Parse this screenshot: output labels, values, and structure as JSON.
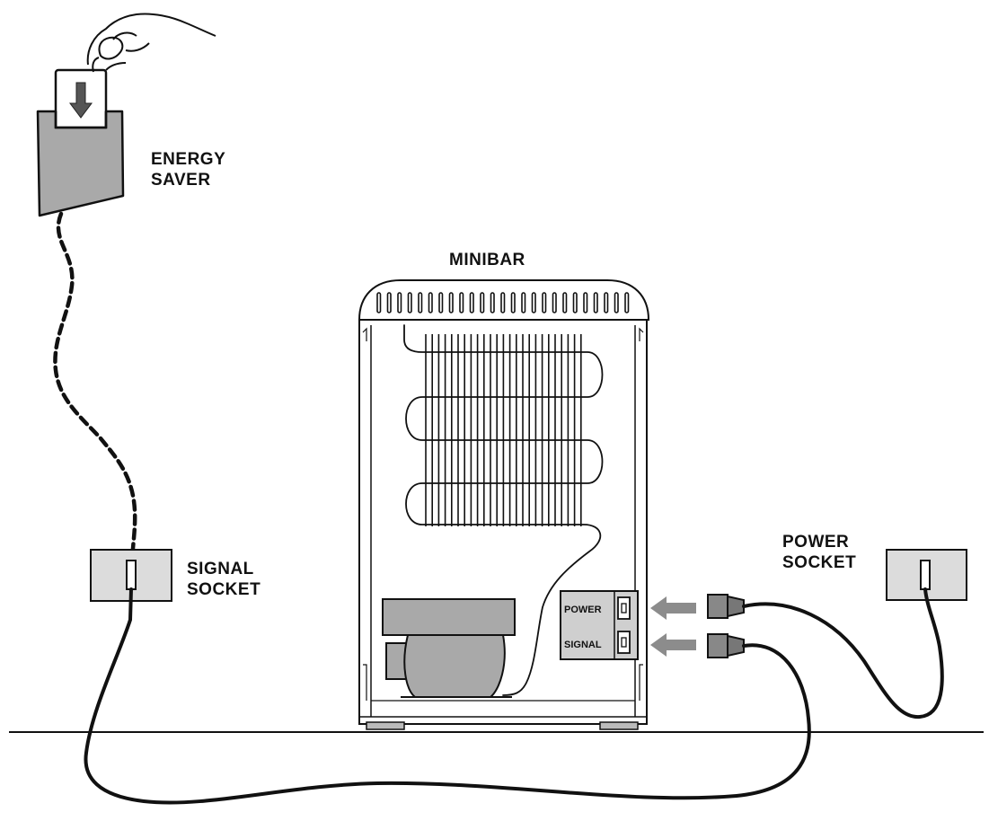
{
  "labels": {
    "energy_saver": "ENERGY\nSAVER",
    "minibar": "MINIBAR",
    "signal_socket": "SIGNAL\nSOCKET",
    "power_socket": "POWER\nSOCKET",
    "panel_power": "POWER",
    "panel_signal": "SIGNAL"
  },
  "colors": {
    "line": "#111111",
    "fill_gray": "#a8a8a8",
    "fill_light": "#d9d9d9",
    "arrow": "#8c8c8c"
  }
}
